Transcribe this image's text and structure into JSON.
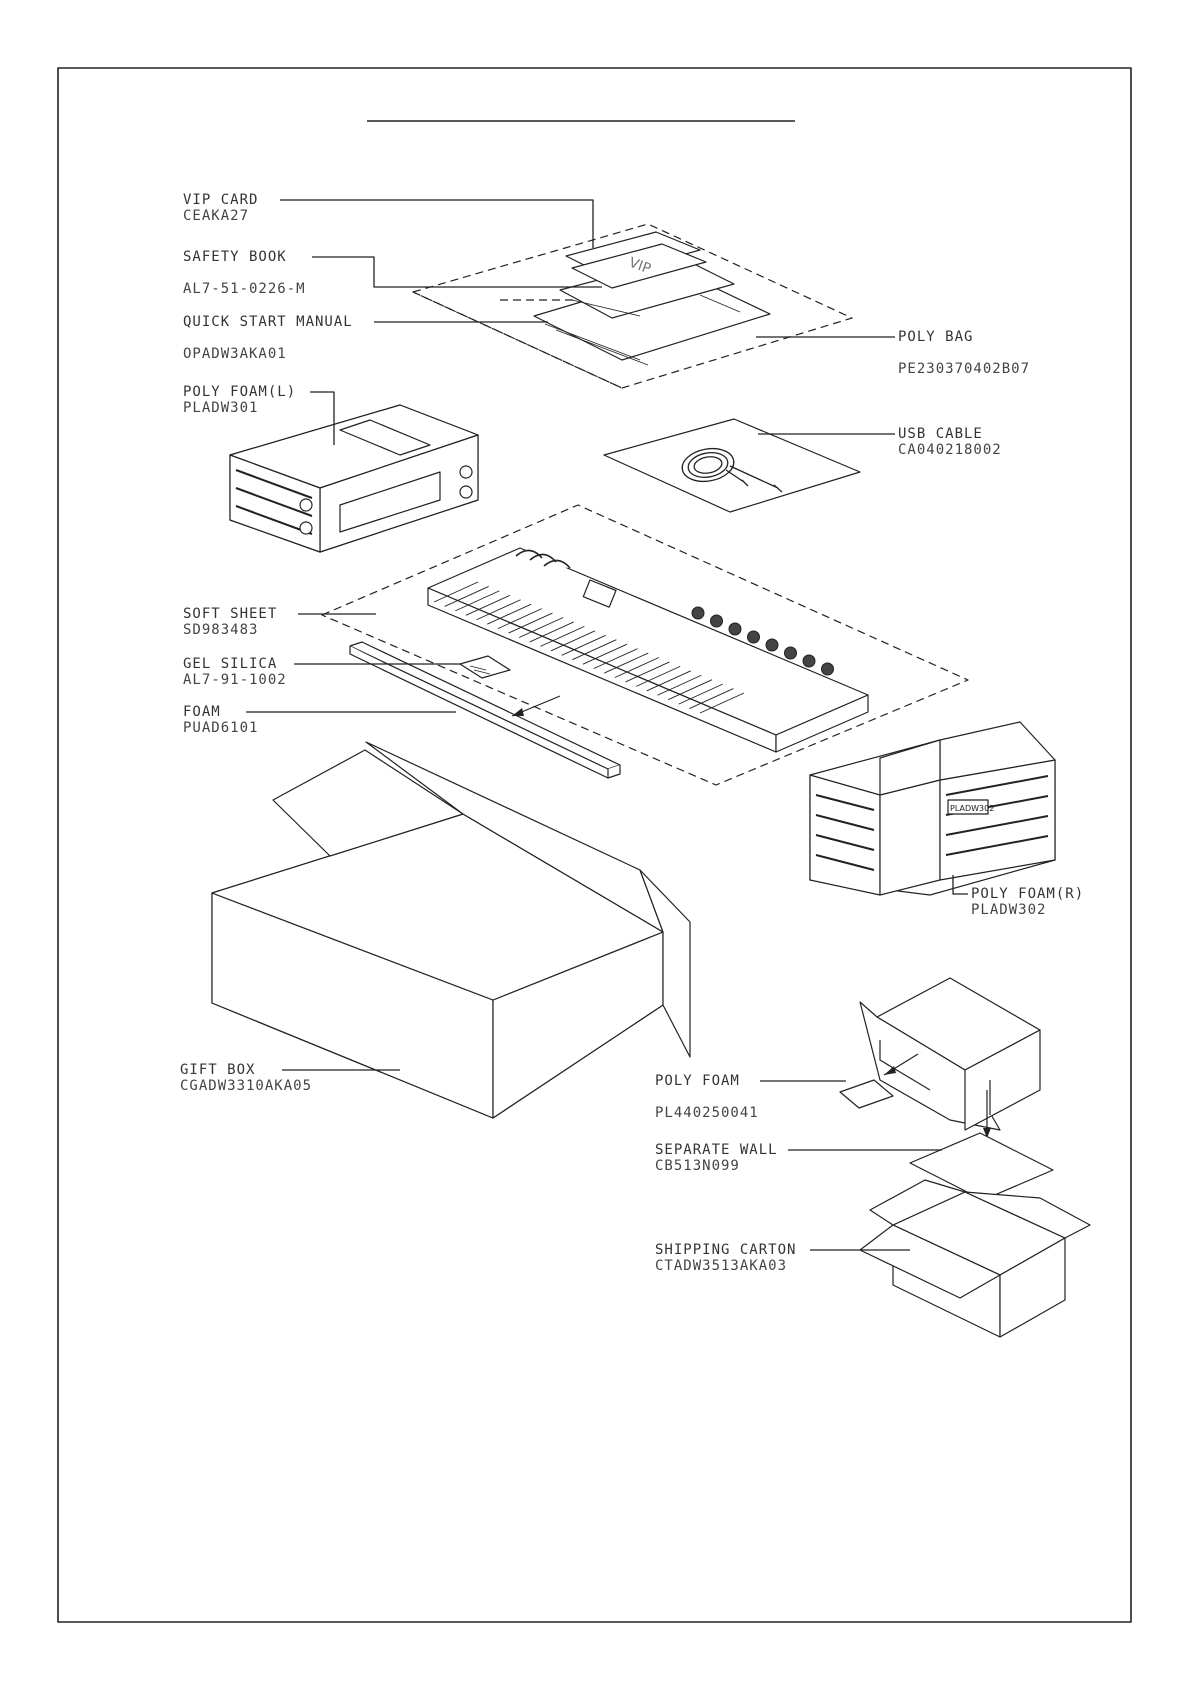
{
  "parts": [
    {
      "key": "vip_card",
      "name": "VIP CARD",
      "code": "CEAKA27"
    },
    {
      "key": "safety_book",
      "name": "SAFETY BOOK",
      "code": "AL7-51-0226-M"
    },
    {
      "key": "quick_start",
      "name": "QUICK START MANUAL",
      "code": "OPADW3AKA01"
    },
    {
      "key": "poly_bag",
      "name": "POLY BAG",
      "code": "PE230370402B07"
    },
    {
      "key": "poly_foam_l",
      "name": "POLY FOAM(L)",
      "code": "PLADW301"
    },
    {
      "key": "usb_cable",
      "name": "USB CABLE",
      "code": "CA040218002"
    },
    {
      "key": "soft_sheet",
      "name": "SOFT SHEET",
      "code": "SD983483"
    },
    {
      "key": "gel_silica",
      "name": "GEL SILICA",
      "code": "AL7-91-1002"
    },
    {
      "key": "foam",
      "name": "FOAM",
      "code": "PUAD6101"
    },
    {
      "key": "poly_foam_r",
      "name": "POLY FOAM(R)",
      "code": "PLADW302"
    },
    {
      "key": "gift_box",
      "name": "GIFT BOX",
      "code": "CGADW3310AKA05"
    },
    {
      "key": "poly_foam",
      "name": "POLY FOAM",
      "code": "PL440250041"
    },
    {
      "key": "separate_wall",
      "name": "SEPARATE WALL",
      "code": "CB513N099"
    },
    {
      "key": "shipping_carton",
      "name": "SHIPPING CARTON",
      "code": "CTADW3513AKA03"
    }
  ],
  "vip_card_print": "VIP",
  "foam_block_print": "PLADW302"
}
